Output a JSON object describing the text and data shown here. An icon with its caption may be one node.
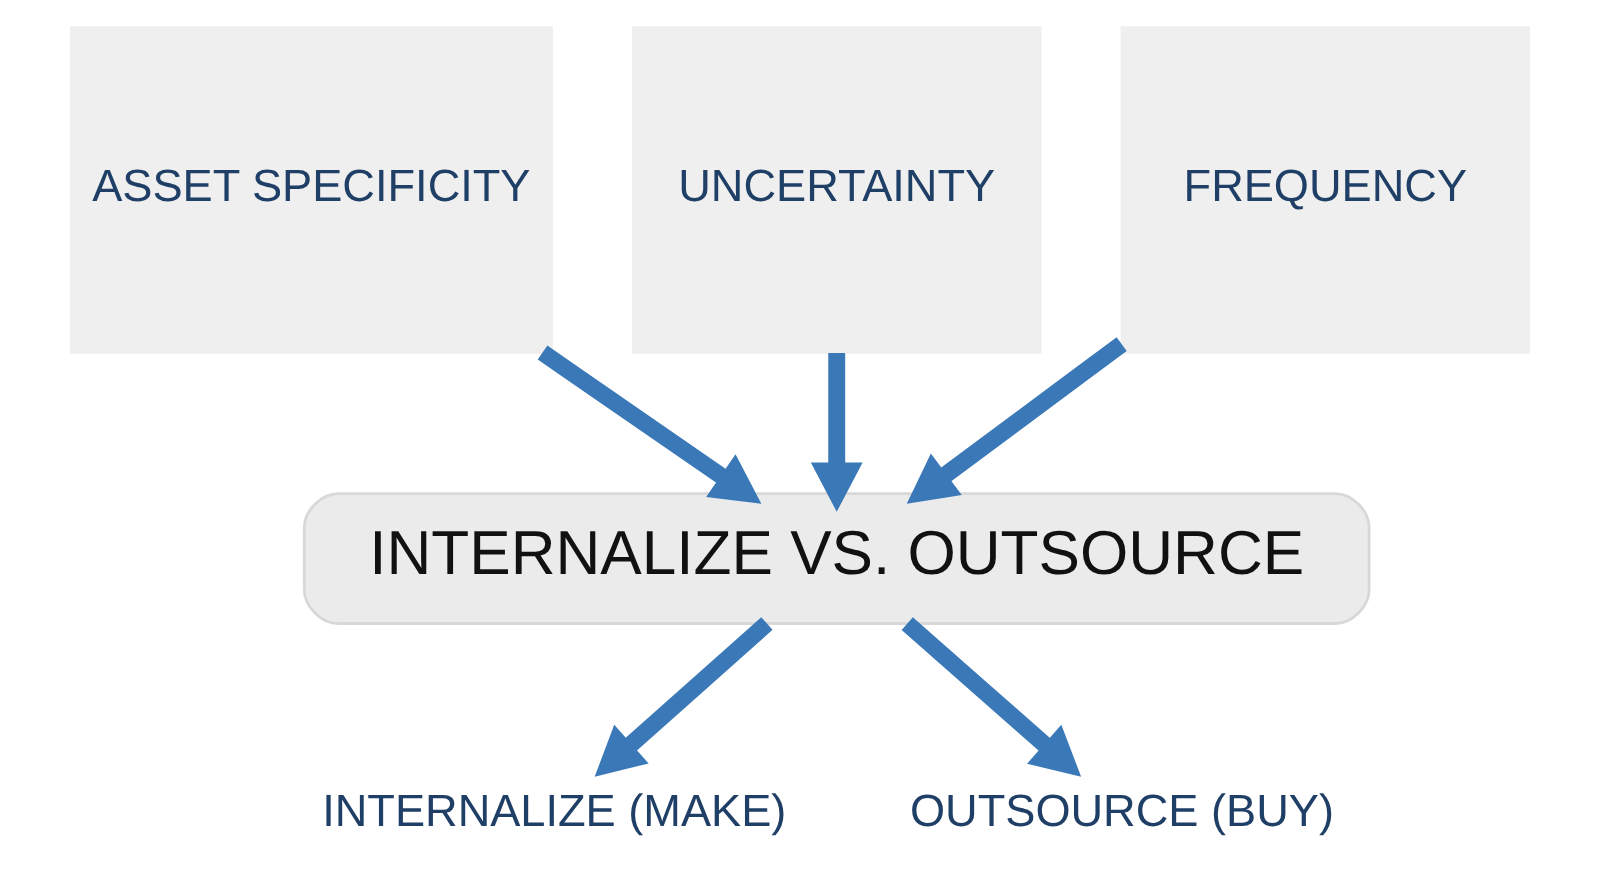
{
  "diagram": {
    "nodes": [
      {
        "text": [
          "ASSET SPECIFICITY"
        ]
      },
      {
        "text": [
          "UNCERTAINTY"
        ]
      },
      {
        "text": [
          "FREQUENCY"
        ]
      },
      {
        "text": [
          "INTERNALIZE VS. OUTSOURCE"
        ]
      },
      {
        "text": [
          "INTERNALIZE (MAKE)"
        ]
      },
      {
        "text": [
          "OUTSOURCE (BUY)"
        ]
      }
    ],
    "edges": [
      {
        "from": 0,
        "to": 3,
        "arrow": "to"
      },
      {
        "from": 1,
        "to": 3,
        "arrow": "to"
      },
      {
        "from": 2,
        "to": 3,
        "arrow": "to"
      },
      {
        "from": 3,
        "to": 4,
        "arrow": "to"
      },
      {
        "from": 3,
        "to": 5,
        "arrow": "to"
      }
    ]
  }
}
